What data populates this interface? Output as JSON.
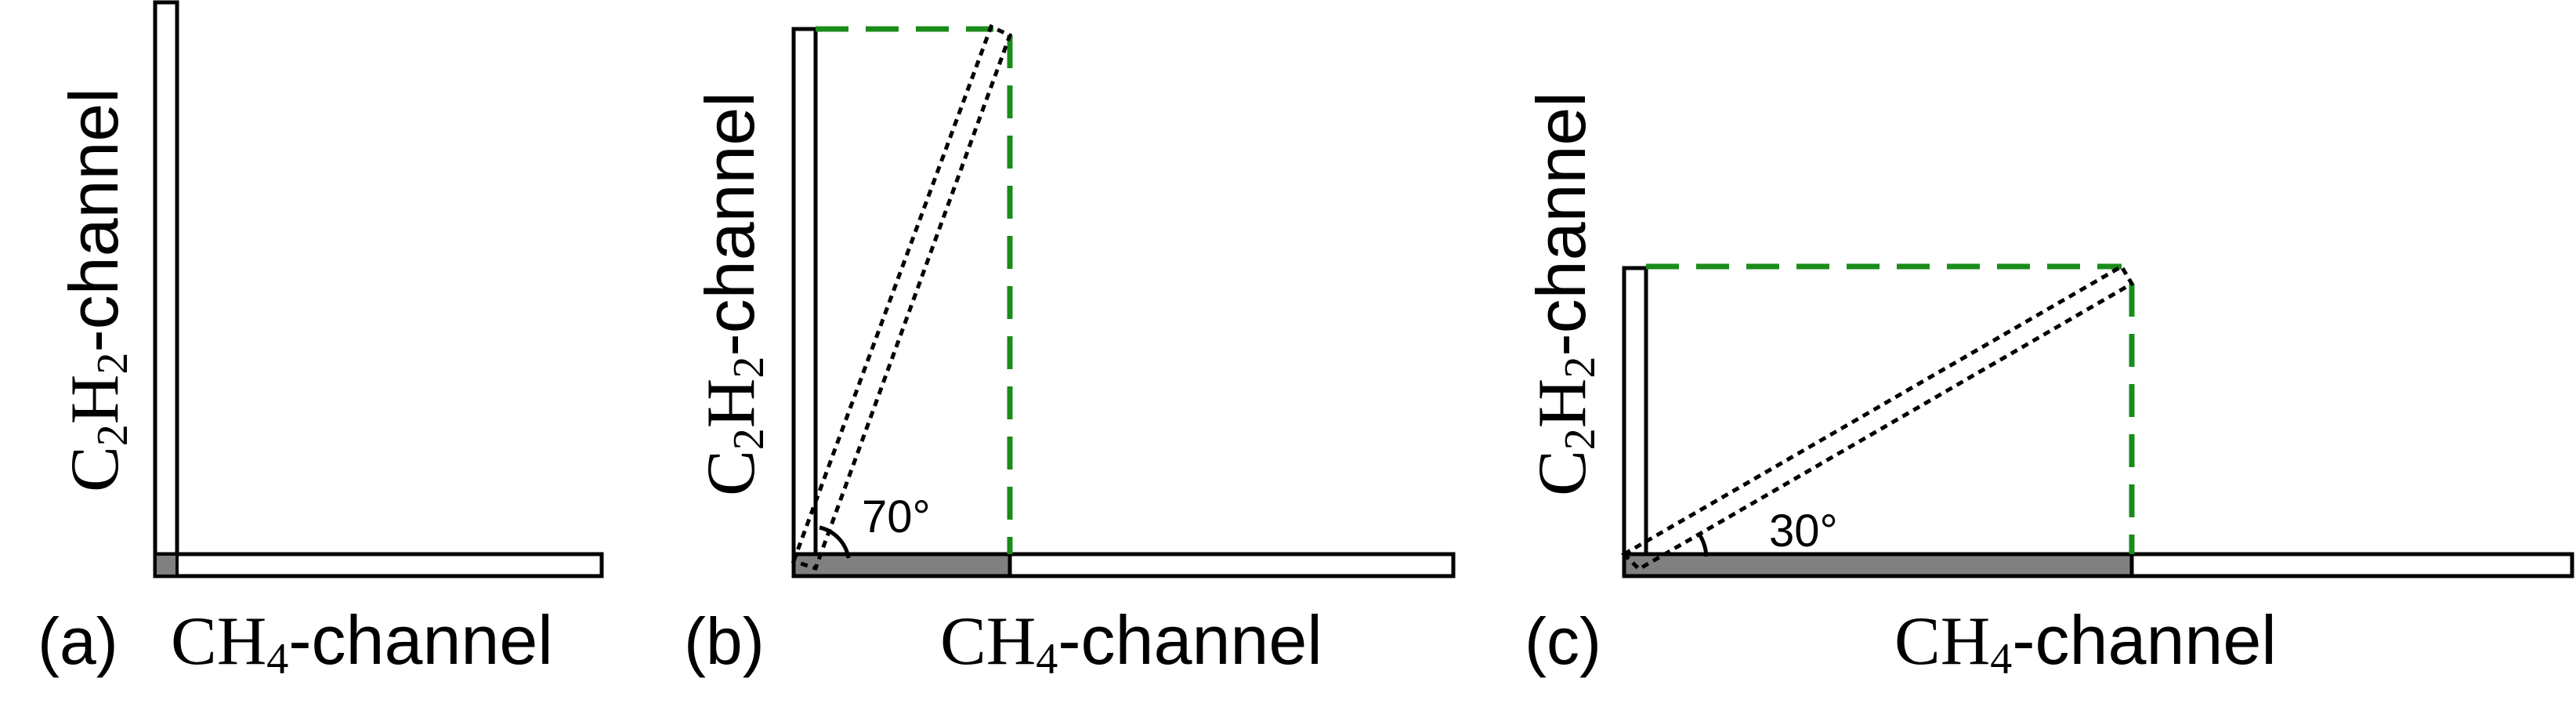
{
  "colors": {
    "outline": "#000000",
    "shaded": "#808080",
    "projection": "#1a8c1a"
  },
  "panels": [
    {
      "id": "a",
      "label": "(a)",
      "x_label_serif": "CH",
      "x_label_sub": "4",
      "x_label_rest": "-channel",
      "y_label_c": "C",
      "y_label_c_sub": "2",
      "y_label_h": "H",
      "y_label_h_sub": "2",
      "y_label_rest": "-channel",
      "angle_label": ""
    },
    {
      "id": "b",
      "label": "(b)",
      "x_label_serif": "CH",
      "x_label_sub": "4",
      "x_label_rest": "-channel",
      "y_label_c": "C",
      "y_label_c_sub": "2",
      "y_label_h": "H",
      "y_label_h_sub": "2",
      "y_label_rest": "-channel",
      "angle_label": "70°",
      "angle_deg": 70
    },
    {
      "id": "c",
      "label": "(c)",
      "x_label_serif": "CH",
      "x_label_sub": "4",
      "x_label_rest": "-channel",
      "y_label_c": "C",
      "y_label_c_sub": "2",
      "y_label_h": "H",
      "y_label_h_sub": "2",
      "y_label_rest": "-channel",
      "angle_label": "30°",
      "angle_deg": 30
    }
  ]
}
